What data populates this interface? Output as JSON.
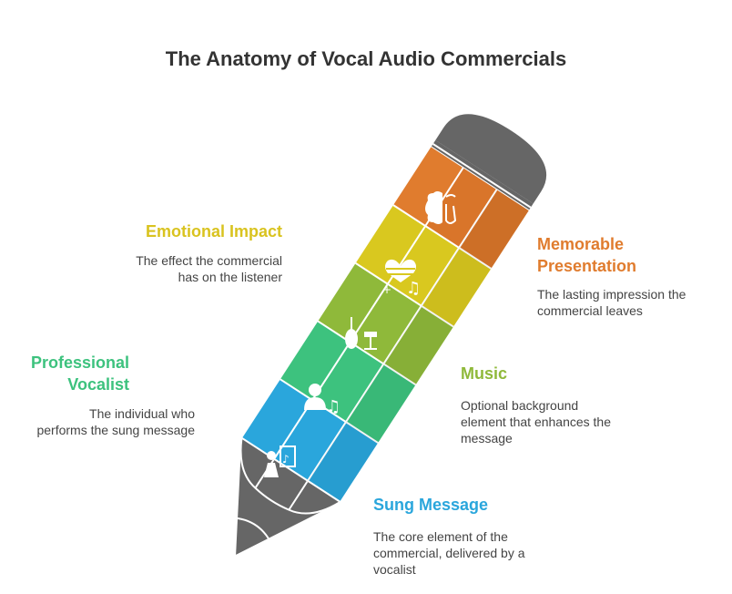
{
  "title": "The Anatomy of Vocal Audio Commercials",
  "colors": {
    "emotional": "#e07c2e",
    "memorable": "#e07c2e",
    "professional_vocalist": "#d9c81f",
    "music": "#8fb93a",
    "vocalist_green": "#3dc27e",
    "sung_message": "#2aa6dc",
    "pencil_body": "#666666"
  },
  "labels": {
    "emotional": {
      "heading": "Emotional Impact",
      "desc_lines": [
        "The effect the commercial",
        "has on the listener"
      ],
      "color": "#d9c31f"
    },
    "memorable": {
      "heading_lines": [
        "Memorable",
        "Presentation"
      ],
      "desc_lines": [
        "The lasting impression the",
        "commercial leaves"
      ],
      "color": "#e07c2e"
    },
    "vocalist": {
      "heading_lines": [
        "Professional",
        "Vocalist"
      ],
      "desc_lines": [
        "The individual who",
        "performs the sung message"
      ],
      "color": "#3dc27e"
    },
    "music": {
      "heading": "Music",
      "desc_lines": [
        "Optional background",
        "element that enhances the",
        "message"
      ],
      "color": "#8fb93a"
    },
    "sung": {
      "heading": "Sung Message",
      "desc_lines": [
        "The core element of the",
        "commercial, delivered by a",
        "vocalist"
      ],
      "color": "#2aa6dc"
    }
  },
  "icons": [
    "brain-saxophone-icon",
    "heart-music-icon",
    "violin-stand-icon",
    "singer-music-icon",
    "person-document-icon"
  ]
}
